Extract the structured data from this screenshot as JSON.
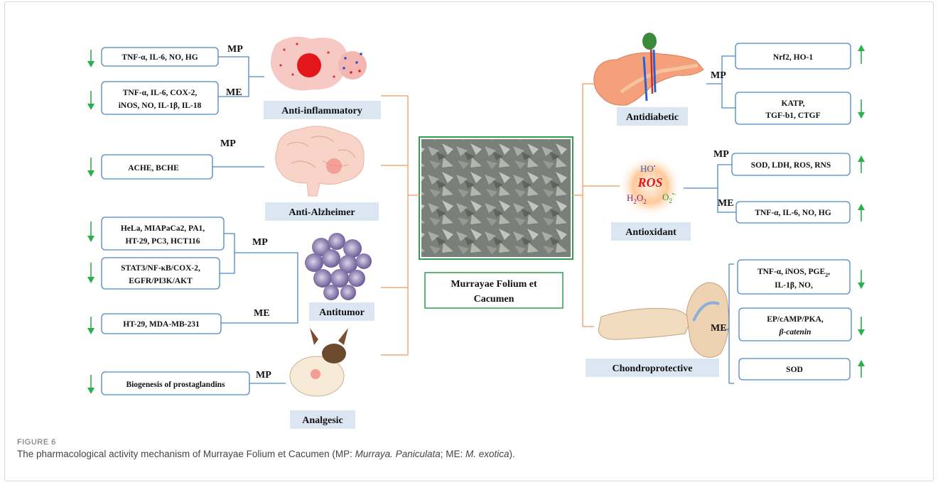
{
  "center": {
    "title_line1": "Murrayae Folium et",
    "title_line2": "Cacumen"
  },
  "categories": {
    "anti_inflammatory": "Anti-inflammatory",
    "anti_alzheimer": "Anti-Alzheimer",
    "antitumor": "Antitumor",
    "analgesic": "Analgesic",
    "antidiabetic": "Antidiabetic",
    "antioxidant": "Antioxidant",
    "chondroprotective": "Chondroprotective"
  },
  "sources": {
    "mp": "MP",
    "me": "ME"
  },
  "ros": {
    "label": "ROS",
    "ho": "HO",
    "h2o2_base": "H",
    "o2_base": "O"
  },
  "boxes": {
    "ai_1": "TNF-α, IL-6,  NO, HG",
    "ai_2a": "TNF-α, IL-6, COX-2,",
    "ai_2b": "iNOS, NO, IL-1β, IL-18",
    "az_1": "ACHE, BCHE",
    "at_1a": "HeLa,  MIAPaCa2,  PA1,",
    "at_1b": "HT-29, PC3, HCT116",
    "at_2a": "STAT3/NF-κB/COX-2,",
    "at_2b": "EGFR/PI3K/AKT",
    "at_3": "HT-29,  MDA-MB-231",
    "an_1": "Biogenesis  of  prostaglandins",
    "ad_1": "Nrf2, HO-1",
    "ad_2a": "KATP,",
    "ad_2b": "TGF-b1, CTGF",
    "ao_1": "SOD, LDH, ROS, RNS",
    "ao_2": "TNF-α, IL-6,  NO, HG",
    "ch_1a": "TNF-α, iNOS, PGE",
    "ch_1b": "IL-1β,  NO,",
    "ch_2a": "EP/cAMP/PKA,",
    "ch_2b": "β-catenin",
    "ch_3": "SOD"
  },
  "caption": {
    "label": "FIGURE 6",
    "text_pre": "The pharmacological activity mechanism of Murrayae Folium et Cacumen (MP: ",
    "mp_name": "Murraya. Paniculata",
    "text_mid": "; ME: ",
    "me_name": "M. exotica",
    "text_post": ")."
  },
  "colors": {
    "box_border": "#4f86c6",
    "connector_orange": "#f2a874",
    "arrow_green": "#2ab04d",
    "category_bg": "#dce6f2",
    "center_border": "#2e9e4f"
  }
}
